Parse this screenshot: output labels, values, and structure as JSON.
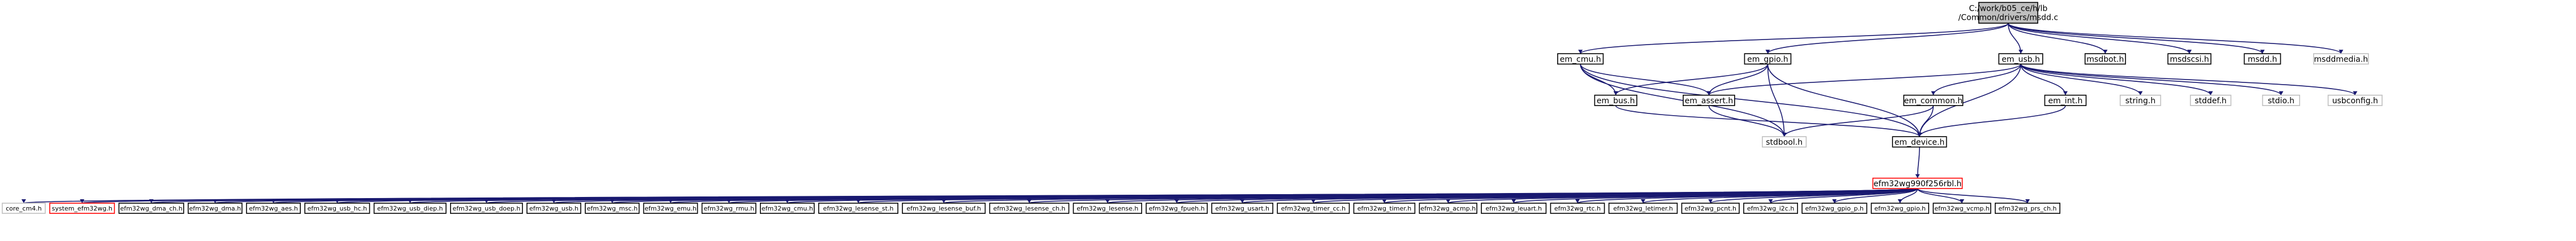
{
  "colors": {
    "edge": "#191970",
    "root_fill": "#bfbfbf",
    "external_border": "#bfbfbf",
    "warn_border": "#ff0000",
    "node_border": "#000000"
  },
  "nodes": {
    "root": {
      "label_line1": "C:/work/b05_ce/h/lb",
      "label_line2": "/Common/drivers/msdd.c"
    },
    "em_cmu_h": {
      "label": "em_cmu.h"
    },
    "em_gpio_h": {
      "label": "em_gpio.h"
    },
    "em_usb_h": {
      "label": "em_usb.h"
    },
    "msdbot_h": {
      "label": "msdbot.h"
    },
    "msdscsi_h": {
      "label": "msdscsi.h"
    },
    "msdd_h": {
      "label": "msdd.h"
    },
    "msddmedia_h": {
      "label": "msddmedia.h"
    },
    "em_bus_h": {
      "label": "em_bus.h"
    },
    "em_assert_h": {
      "label": "em_assert.h"
    },
    "em_common_h": {
      "label": "em_common.h"
    },
    "em_int_h": {
      "label": "em_int.h"
    },
    "string_h": {
      "label": "string.h"
    },
    "stddef_h": {
      "label": "stddef.h"
    },
    "stdio_h": {
      "label": "stdio.h"
    },
    "usbconfig_h": {
      "label": "usbconfig.h"
    },
    "stdbool_h": {
      "label": "stdbool.h"
    },
    "em_device_h": {
      "label": "em_device.h"
    },
    "efm32wg": {
      "label": "efm32wg990f256rbl.h"
    }
  },
  "bottom_row": [
    "core_cm4.h",
    "system_efm32wg.h",
    "efm32wg_dma_ch.h",
    "efm32wg_dma.h",
    "efm32wg_aes.h",
    "efm32wg_usb_hc.h",
    "efm32wg_usb_diep.h",
    "efm32wg_usb_doep.h",
    "efm32wg_usb.h",
    "efm32wg_msc.h",
    "efm32wg_emu.h",
    "efm32wg_rmu.h",
    "efm32wg_cmu.h",
    "efm32wg_lesense_st.h",
    "efm32wg_lesense_buf.h",
    "efm32wg_lesense_ch.h",
    "efm32wg_lesense.h",
    "efm32wg_fpueh.h",
    "efm32wg_usart.h",
    "efm32wg_timer_cc.h",
    "efm32wg_timer.h",
    "efm32wg_acmp.h",
    "efm32wg_leuart.h",
    "efm32wg_rtc.h",
    "efm32wg_letimer.h",
    "efm32wg_pcnt.h",
    "efm32wg_i2c.h",
    "efm32wg_gpio_p.h",
    "efm32wg_gpio.h",
    "efm32wg_vcmp.h",
    "efm32wg_prs_ch.h"
  ]
}
